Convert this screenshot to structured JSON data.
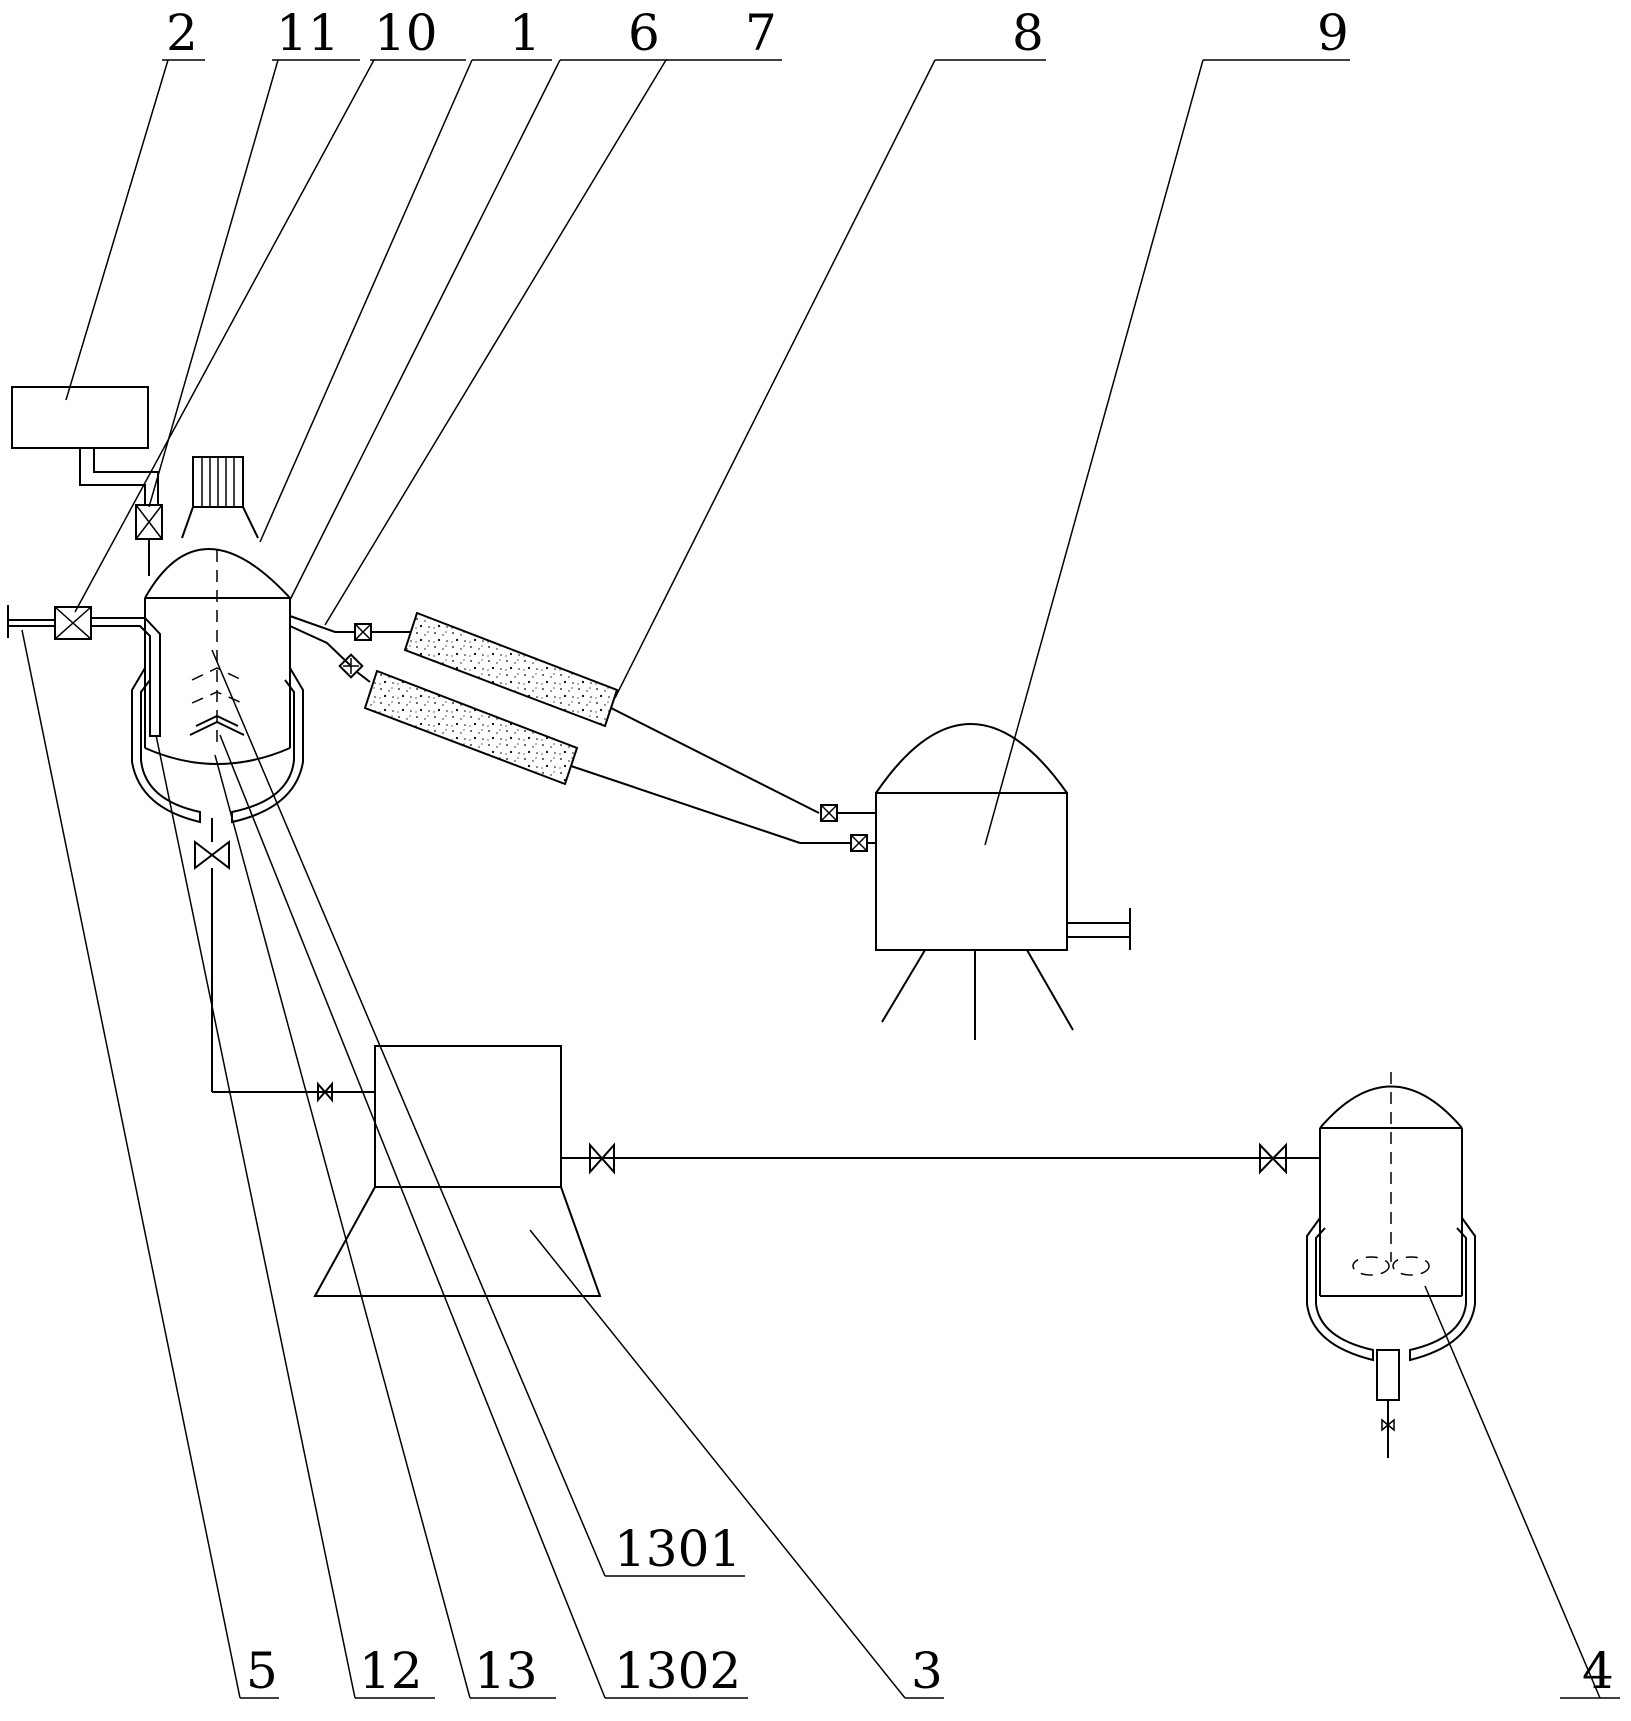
{
  "labels": {
    "l2": "2",
    "l11": "11",
    "l10": "10",
    "l1": "1",
    "l6": "6",
    "l7": "7",
    "l8": "8",
    "l9": "9",
    "l1301": "1301",
    "l5": "5",
    "l12": "12",
    "l13": "13",
    "l1302": "1302",
    "l3": "3",
    "l4": "4"
  }
}
